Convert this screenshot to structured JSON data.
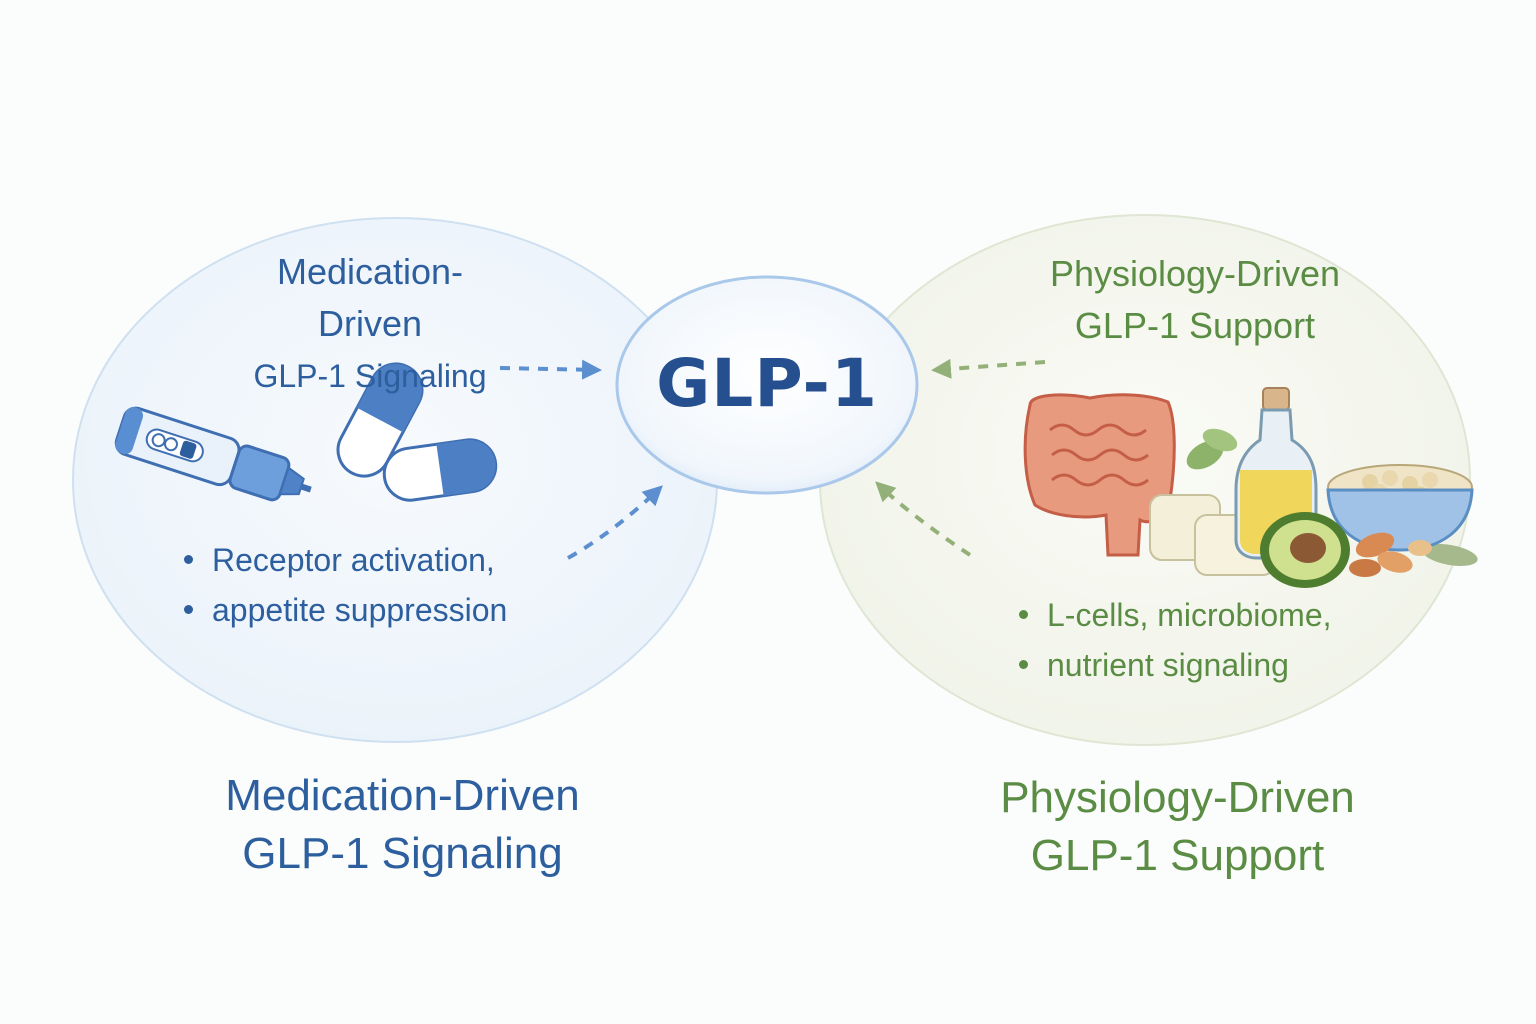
{
  "center": {
    "label": "GLP-1"
  },
  "left": {
    "title_lines": [
      "Medication-",
      "Driven",
      "GLP-1 Signaling"
    ],
    "bullets": [
      "Receptor activation,",
      "appetite suppression"
    ],
    "bottom_lines": [
      "Medication-Driven",
      "GLP-1 Signaling"
    ],
    "icons": [
      "injection-pen-icon",
      "capsule-icon"
    ]
  },
  "right": {
    "title_lines": [
      "Physiology-Driven",
      "GLP-1 Support"
    ],
    "bullets": [
      "L-cells, microbiome,",
      "nutrient signaling"
    ],
    "bottom_lines": [
      "Physiology-Driven",
      "GLP-1 Support"
    ],
    "icons": [
      "intestine-icon",
      "olive-oil-bottle-icon",
      "avocado-icon",
      "bean-bowl-icon",
      "tofu-icon",
      "nuts-icon",
      "herb-leaf-icon"
    ]
  },
  "colors": {
    "blue_text": "#2d5f9e",
    "green_text": "#5b8c44",
    "blue_arrow": "#5b8fd0",
    "green_arrow": "#93b079",
    "center_text": "#254f8e"
  }
}
